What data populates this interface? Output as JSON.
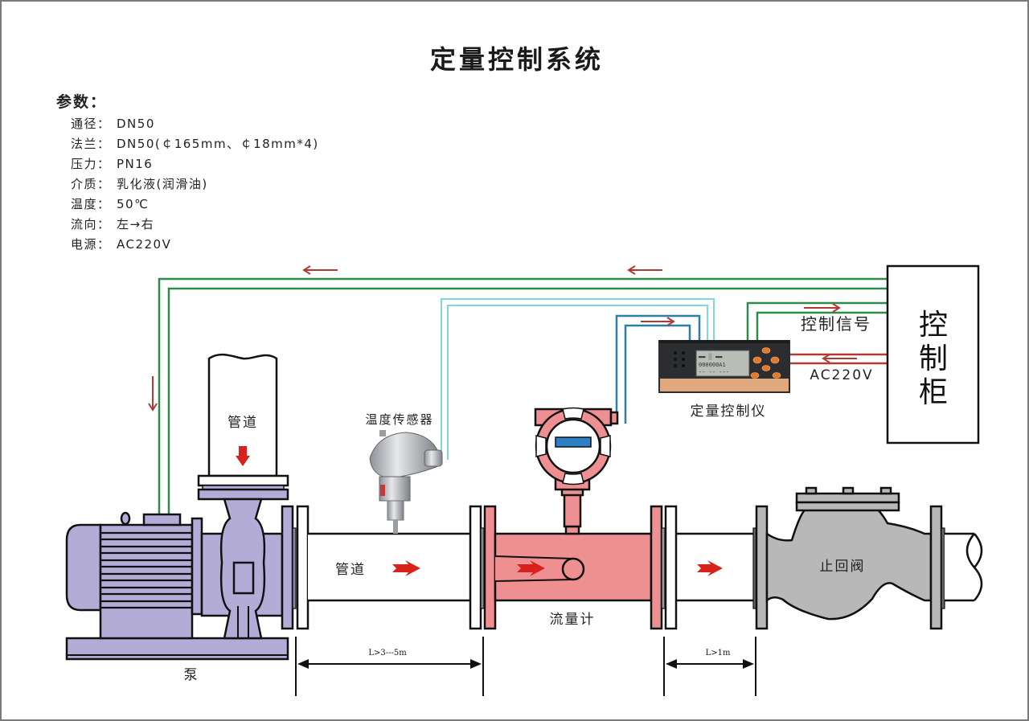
{
  "title": "定量控制系统",
  "parameters": {
    "heading": "参数：",
    "items": [
      {
        "label": "通径：",
        "value": "DN50"
      },
      {
        "label": "法兰：",
        "value": "DN50(￠165mm、￠18mm*4)"
      },
      {
        "label": "压力：",
        "value": "PN16"
      },
      {
        "label": "介质：",
        "value": "乳化液(润滑油)"
      },
      {
        "label": "温度：",
        "value": "50℃"
      },
      {
        "label": "流向：",
        "value": "左→右"
      },
      {
        "label": "电源：",
        "value": "AC220V"
      }
    ]
  },
  "components": {
    "pump": "泵",
    "inlet_pipe": "管道",
    "main_pipe": "管道",
    "temp_sensor": "温度传感器",
    "flowmeter": "流量计",
    "check_valve": "止回阀",
    "controller": "定量控制仪",
    "cabinet": [
      "控",
      "制",
      "柜"
    ]
  },
  "signals": {
    "control_signal": "控制信号",
    "power": "AC220V"
  },
  "dimensions": {
    "upstream_length": "L>3---5m",
    "downstream_length": "L>1m"
  },
  "colors": {
    "pump": "#b3acd6",
    "flowmeter": "#ee8f92",
    "valve": "#b8b8b8",
    "green_wire": "#2e8b4a",
    "cyan_wire": "#7fd8e0",
    "blue_wire": "#2f7ea6",
    "red_arrow": "#b03a34",
    "flow_arrow": "#d8231c"
  }
}
